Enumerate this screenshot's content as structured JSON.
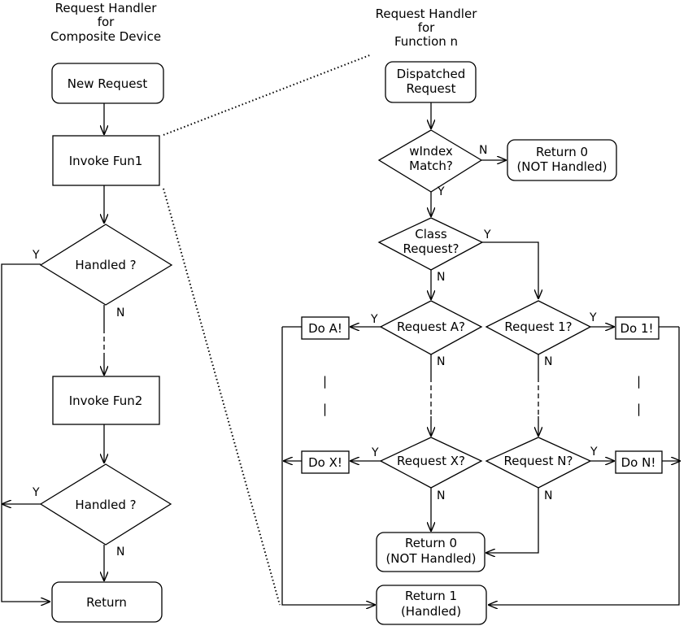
{
  "left": {
    "title": [
      "Request Handler",
      "for",
      "Composite Device"
    ],
    "new_request": "New Request",
    "invoke_fun1": "Invoke Fun1",
    "handled_1": "Handled ?",
    "invoke_fun2": "Invoke Fun2",
    "handled_2": "Handled ?",
    "return": "Return"
  },
  "right": {
    "title": [
      "Request Handler",
      "for",
      "Function n"
    ],
    "dispatched": [
      "Dispatched",
      "Request"
    ],
    "windex_match": [
      "wIndex",
      "Match?"
    ],
    "return0_top": [
      "Return 0",
      "(NOT Handled)"
    ],
    "class_request": [
      "Class",
      "Request?"
    ],
    "request_a": "Request A?",
    "request_1": "Request 1?",
    "do_a": "Do A!",
    "do_1": "Do 1!",
    "request_x": "Request X?",
    "request_n": "Request N?",
    "do_x": "Do X!",
    "do_n": "Do N!",
    "return0_bottom": [
      "Return 0",
      "(NOT Handled)"
    ],
    "return1": [
      "Return 1",
      "(Handled)"
    ]
  },
  "yes_label": "Y",
  "no_label": "N",
  "ellipsis_bar": "|"
}
